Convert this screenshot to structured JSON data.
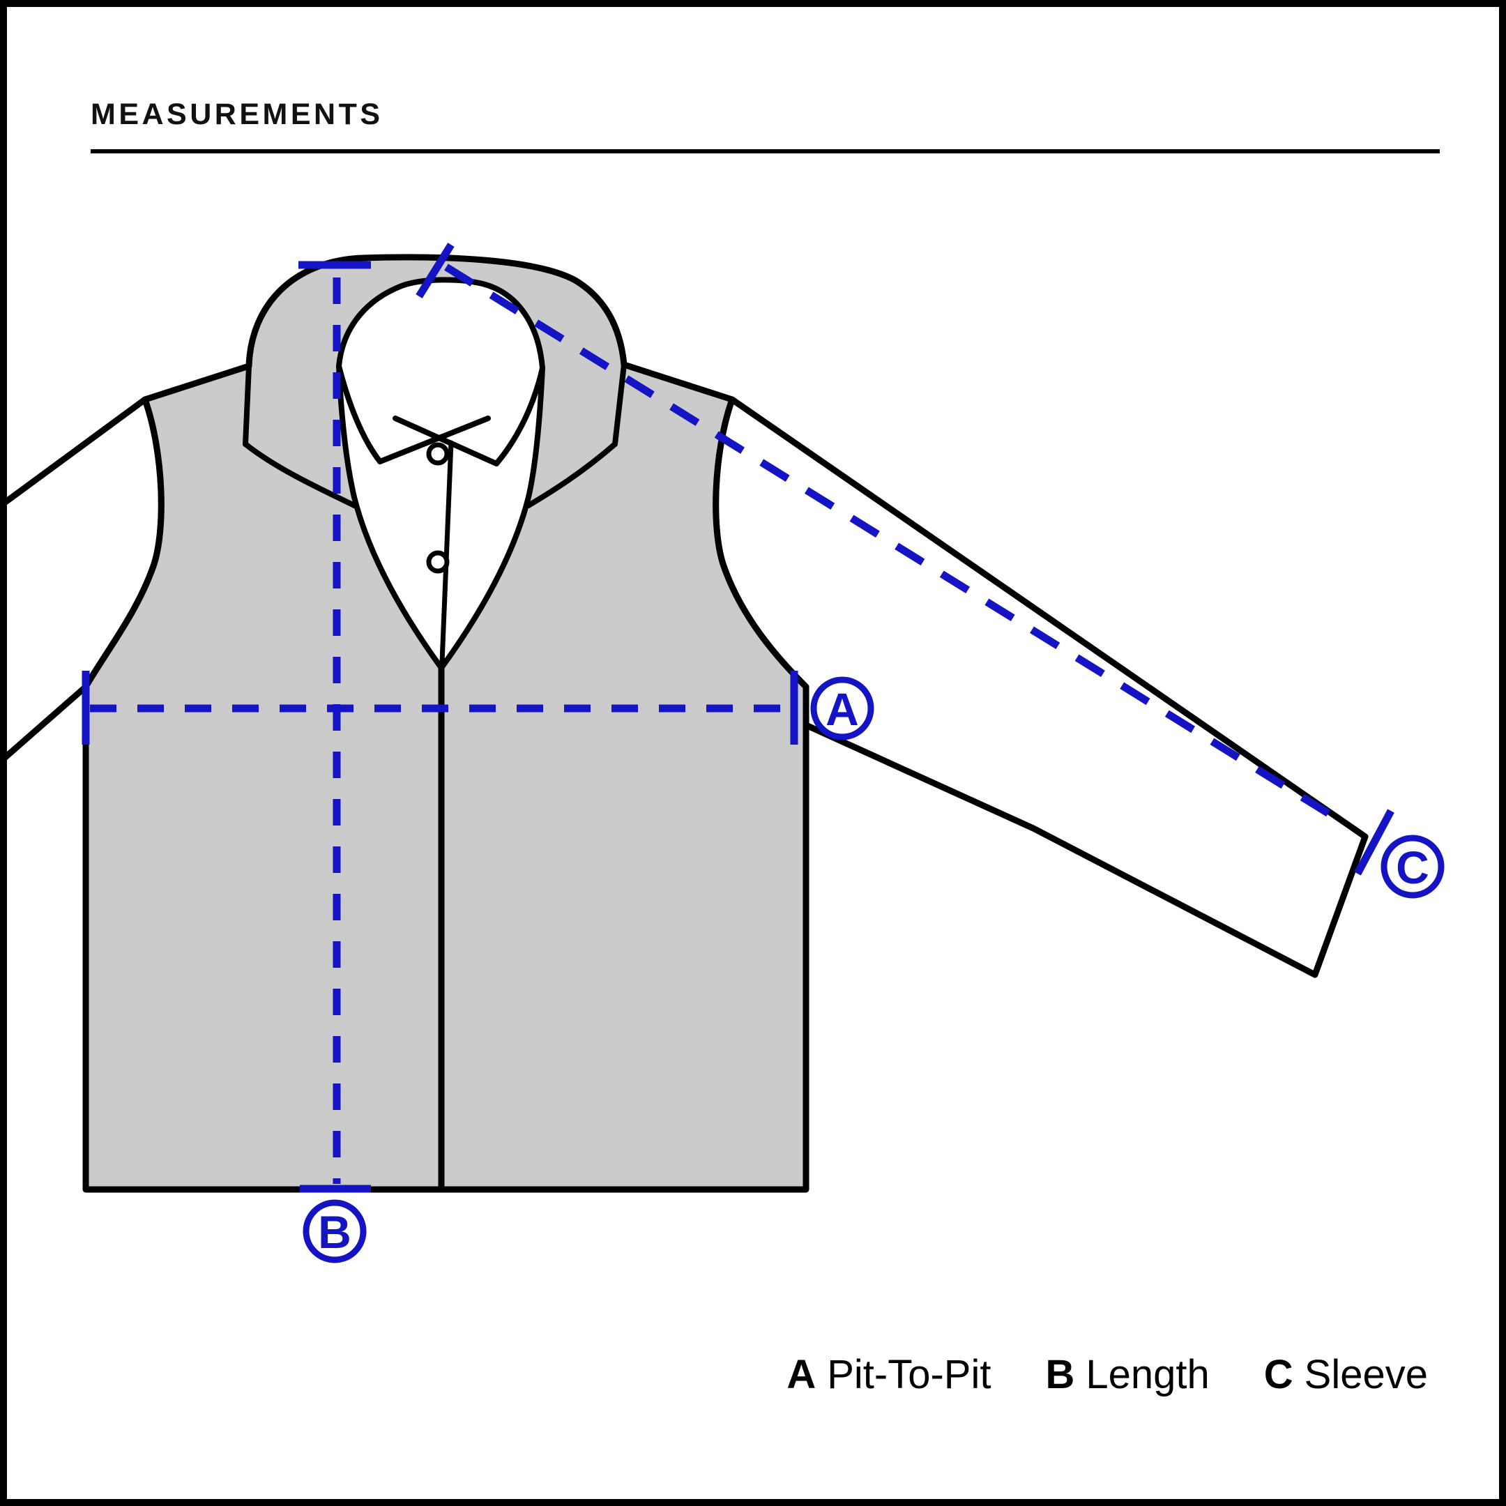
{
  "title": "MEASUREMENTS",
  "colors": {
    "accent": "#1414C4",
    "garment_fill": "#CBCBCB",
    "outline": "#000000",
    "background": "#FFFFFF"
  },
  "annotations": {
    "a": {
      "letter": "A",
      "label": "Pit-To-Pit"
    },
    "b": {
      "letter": "B",
      "label": "Length"
    },
    "c": {
      "letter": "C",
      "label": "Sleeve"
    }
  },
  "legend": {
    "items": [
      {
        "letter": "A",
        "label": "Pit-To-Pit"
      },
      {
        "letter": "B",
        "label": "Length"
      },
      {
        "letter": "C",
        "label": "Sleeve"
      }
    ]
  }
}
